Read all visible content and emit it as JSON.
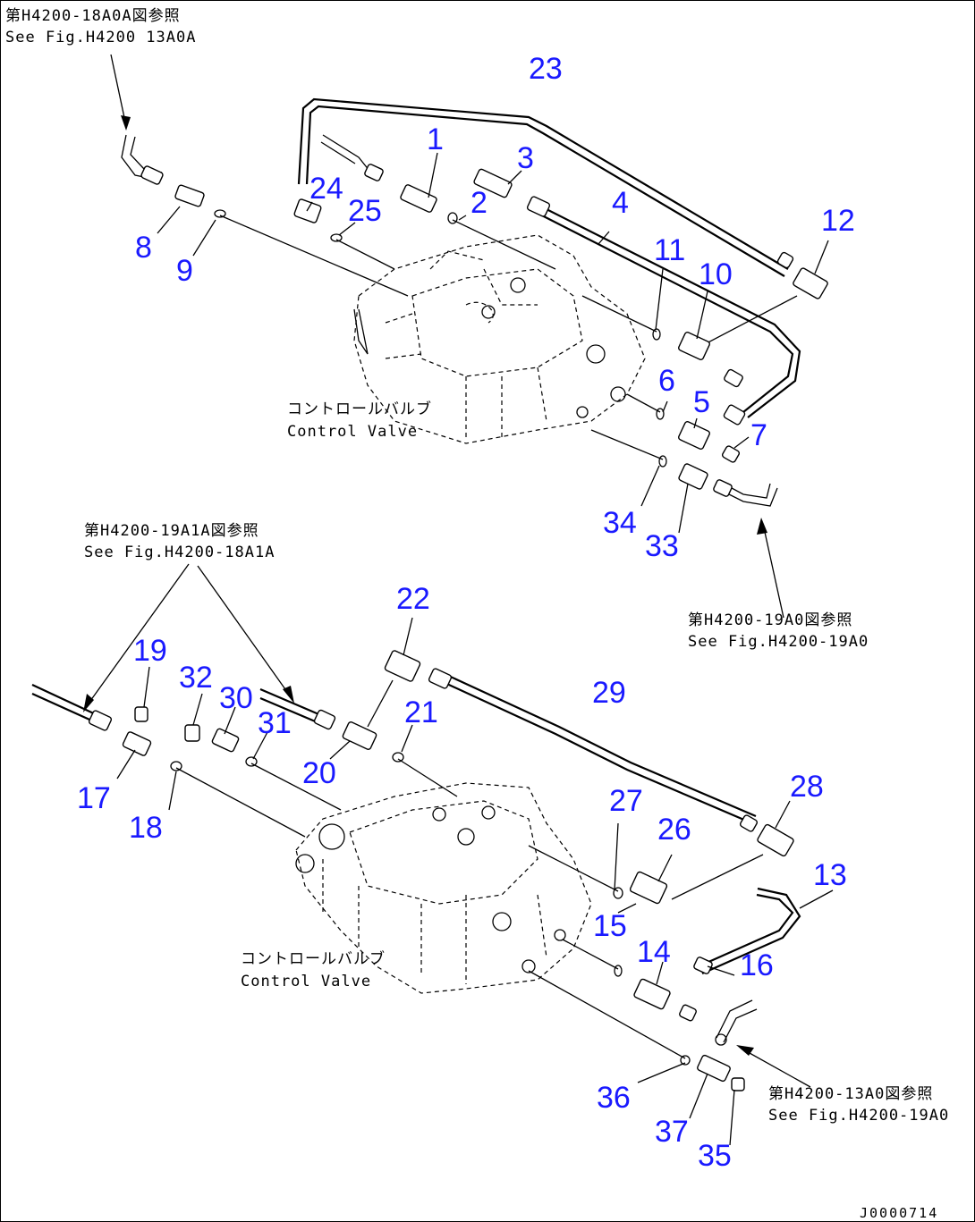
{
  "references": [
    {
      "jp": "第H4200-18A0A図参照",
      "en": "See Fig.H4200 13A0A"
    },
    {
      "jp": "第H4200-19A0図参照",
      "en": "See Fig.H4200-19A0"
    },
    {
      "jp": "第H4200-19A1A図参照",
      "en": "See Fig.H4200-18A1A"
    },
    {
      "jp": "第H4200-13A0図参照",
      "en": "See Fig.H4200-19A0"
    }
  ],
  "labels": {
    "top_valve_jp": "コントロールバルブ",
    "top_valve_en": "Control Valve",
    "bottom_valve_jp": "コントロールバルブ",
    "bottom_valve_en": "Control Valve"
  },
  "callouts": [
    "1",
    "2",
    "3",
    "4",
    "5",
    "6",
    "7",
    "8",
    "9",
    "10",
    "11",
    "12",
    "23",
    "24",
    "25",
    "33",
    "34",
    "13",
    "14",
    "15",
    "16",
    "17",
    "18",
    "19",
    "20",
    "21",
    "22",
    "26",
    "27",
    "28",
    "29",
    "30",
    "31",
    "32",
    "35",
    "36",
    "37"
  ],
  "footer": {
    "code": "J0000714"
  }
}
